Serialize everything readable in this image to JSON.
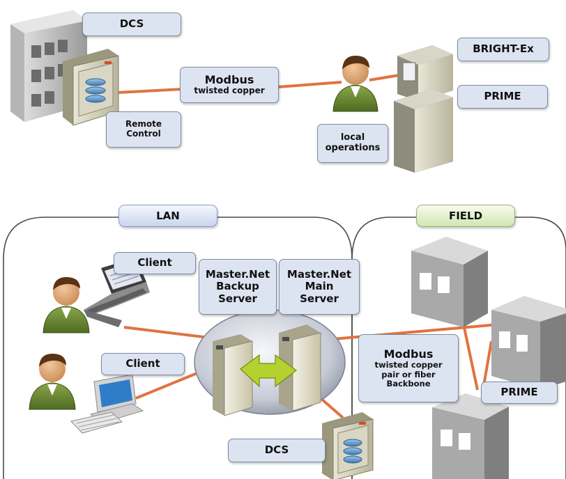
{
  "labels": {
    "dcs_top": "DCS",
    "remote_control": [
      "Remote",
      "Control"
    ],
    "modbus_top": "Modbus",
    "modbus_top_sub": "twisted copper",
    "bright_ex": "BRIGHT-Ex",
    "prime_top": "PRIME",
    "local_operations": [
      "local",
      "operations"
    ],
    "lan": "LAN",
    "field": "FIELD",
    "client_1": "Client",
    "client_2": "Client",
    "backup_server": [
      "Master.Net",
      "Backup",
      "Server"
    ],
    "main_server": [
      "Master.Net",
      "Main",
      "Server"
    ],
    "modbus_bottom": "Modbus",
    "modbus_bottom_sub": [
      "twisted copper",
      "pair or fiber",
      "Backbone"
    ],
    "prime_bottom": "PRIME",
    "dcs_bottom": "DCS"
  },
  "colors": {
    "link": "#e0733f",
    "label_fill": "#dde4f1",
    "label_border": "#7d8aa3",
    "field_cabinet": "#a9a9a9",
    "arrow": "#b4d12f"
  }
}
